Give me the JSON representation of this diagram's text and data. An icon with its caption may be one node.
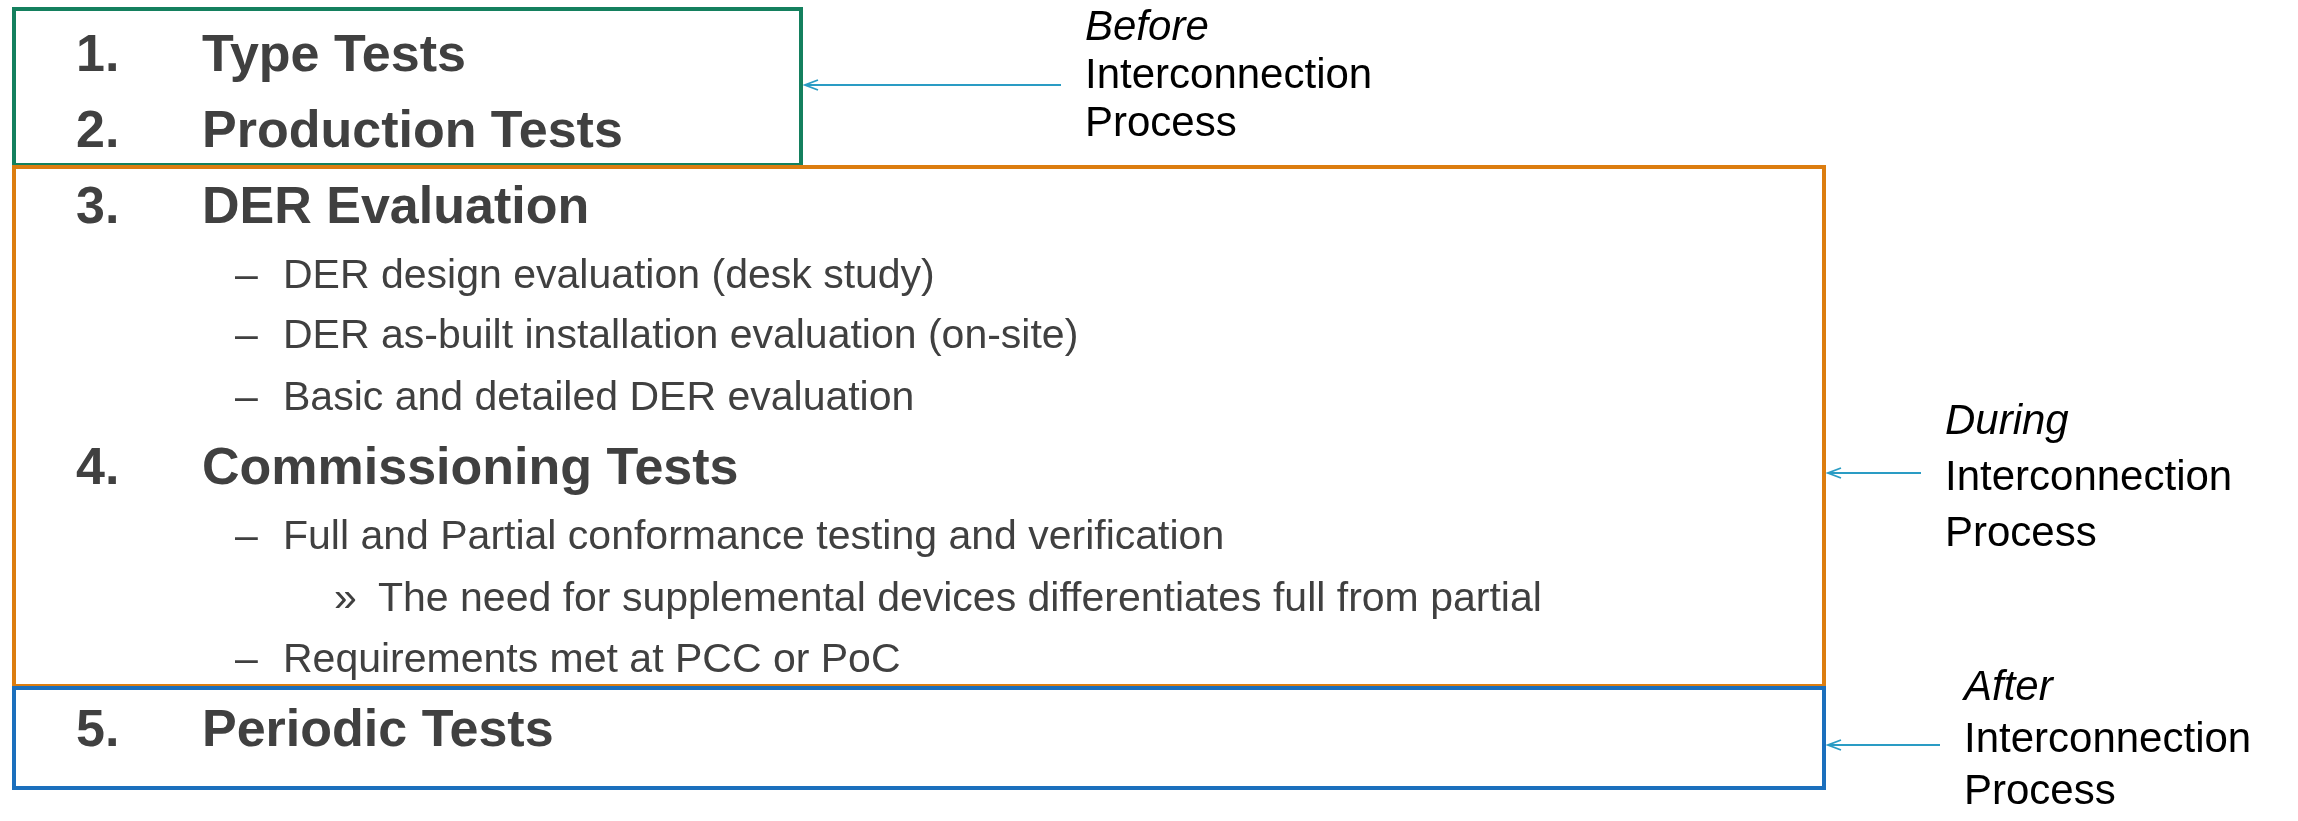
{
  "diagram": {
    "nodes": [
      {
        "text": [
          "1.",
          "Type Tests",
          "2.",
          "Production Tests"
        ]
      },
      {
        "text": [
          "3.",
          "DER Evaluation",
          "–",
          "DER design evaluation (desk study)",
          "–",
          "DER as-built installation evaluation (on-site)",
          "–",
          "Basic and detailed DER evaluation",
          "4.",
          "Commissioning Tests",
          "–",
          "Full and Partial conformance testing and verification",
          "»",
          "The need for supplemental devices differentiates full from partial",
          "–",
          "Requirements met at PCC or PoC"
        ]
      },
      {
        "text": [
          "5.",
          "Periodic Tests"
        ]
      },
      {
        "text": [
          "Before",
          "Interconnection Process"
        ]
      },
      {
        "text": [
          "During",
          "Interconnection Process"
        ]
      },
      {
        "text": [
          "After",
          "Interconnection Process"
        ]
      }
    ],
    "edges": [
      {
        "from": 3,
        "to": 0,
        "arrow": "to"
      },
      {
        "from": 4,
        "to": 1,
        "arrow": "to"
      },
      {
        "from": 5,
        "to": 2,
        "arrow": "to"
      }
    ]
  }
}
